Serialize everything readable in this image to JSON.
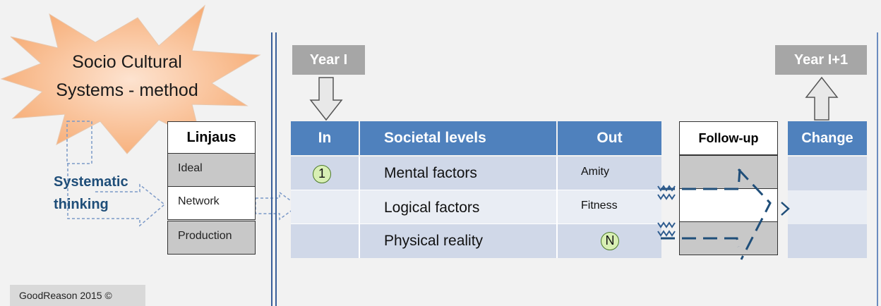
{
  "title": {
    "line1": "Socio Cultural",
    "line2": "Systems  - method"
  },
  "linjaus": {
    "header": "Linjaus",
    "rows": [
      "Ideal",
      "Network",
      "Production"
    ]
  },
  "systematic": {
    "line1": "Systematic",
    "line2": "thinking"
  },
  "years": {
    "start": "Year I",
    "end": "Year I+1"
  },
  "table": {
    "headers": {
      "in": "In",
      "levels": "Societal levels",
      "out": "Out"
    },
    "rows": [
      {
        "in_badge": "1",
        "level": "Mental factors",
        "out": "Amity"
      },
      {
        "in_badge": "",
        "level": "Logical factors",
        "out": "Fitness"
      },
      {
        "in_badge": "",
        "level": "Physical reality",
        "out_badge": "N"
      }
    ]
  },
  "followup": {
    "header": "Follow-up"
  },
  "change": {
    "header": "Change"
  },
  "footer": "GoodReason 2015 ©",
  "colors": {
    "header_blue": "#4f81bd",
    "row_dark": "#d0d8e8",
    "row_light": "#e9edf4",
    "accent_navy": "#1f4e79",
    "burst_fill": "#f8b98a",
    "year_grey": "#a6a6a6",
    "badge_green": "#d8efb4"
  },
  "icons": [
    "starburst-shape",
    "down-arrow-icon",
    "up-arrow-icon",
    "dashed-arrow-icon",
    "chevron-right-icon"
  ]
}
